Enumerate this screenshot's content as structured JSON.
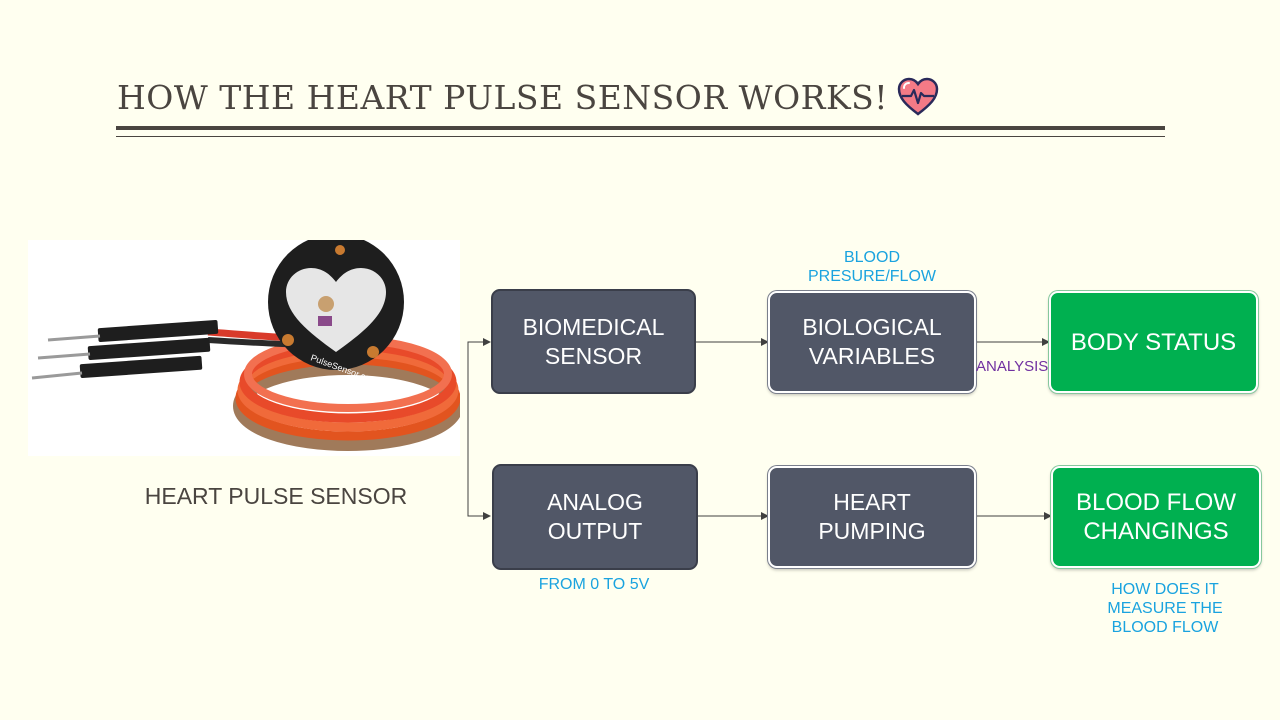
{
  "slide": {
    "title": "HOW THE HEART PULSE SENSOR WORKS!",
    "image_caption": "HEART PULSE SENSOR",
    "image_print": "PulseSensor.com"
  },
  "diagram": {
    "nodes": {
      "biomedical_sensor": "BIOMEDICAL\nSENSOR",
      "analog_output": "ANALOG\nOUTPUT",
      "biological_variables": "BIOLOGICAL\nVARIABLES",
      "heart_pumping": "HEART\nPUMPING",
      "body_status": "BODY STATUS",
      "blood_flow_changings": "BLOOD FLOW\nCHANGINGS"
    },
    "notes": {
      "blood_pressure_flow": "BLOOD\nPRESURE/FLOW",
      "analysis": "ANALYSIS",
      "voltage_range": "FROM 0 TO 5V",
      "how_measure": "HOW DOES IT\nMEASURE THE\nBLOOD FLOW"
    },
    "colors": {
      "dark_box": "#515767",
      "green_box": "#00b050",
      "note_blue": "#1aa3df",
      "analysis_purple": "#7030a0"
    }
  }
}
